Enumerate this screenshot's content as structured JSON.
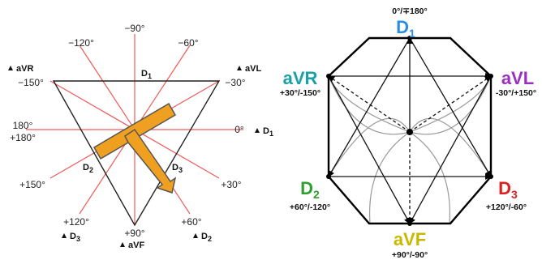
{
  "left": {
    "angles": {
      "m90": "−90°",
      "m120": "−120°",
      "m60": "−60°",
      "m150": "−150°",
      "m30": "−30°",
      "a180": "180°",
      "p180": "+180°",
      "a0": "0°",
      "p150": "+150°",
      "p30": "+30°",
      "p120": "+120°",
      "p90": "+90°",
      "p60": "+60°"
    },
    "leads": {
      "avr": "aVR",
      "avl": "aVL",
      "d1_right": "D",
      "d1_right_sub": "1",
      "d3_bottom": "D",
      "d3_bottom_sub": "3",
      "avf": "aVF",
      "d2_bottom": "D",
      "d2_bottom_sub": "2",
      "d1_top": "D",
      "d1_top_sub": "1",
      "d2_side": "D",
      "d2_side_sub": "2",
      "d3_side": "D",
      "d3_side_sub": "3"
    }
  },
  "right": {
    "top_range": "0°/∓180°",
    "d1": {
      "label": "D",
      "sub": "1",
      "color": "#2a8fe0"
    },
    "avr": {
      "label": "aVR",
      "color": "#1aa0a8",
      "range": "+30°/-150°"
    },
    "avl": {
      "label": "aVL",
      "color": "#9b2fc0",
      "range": "-30°/+150°"
    },
    "d2": {
      "label": "D",
      "sub": "2",
      "color": "#2ea02e",
      "range": "+60°/-120°"
    },
    "d3": {
      "label": "D",
      "sub": "3",
      "color": "#e02020",
      "range": "+120°/-60°"
    },
    "avf": {
      "label": "aVF",
      "color": "#c8b800",
      "range": "+90°/-90°"
    }
  },
  "colors": {
    "axis_red": "#ef5a5a",
    "arrow_fill": "#f0a020",
    "arrow_stroke": "#555555"
  }
}
